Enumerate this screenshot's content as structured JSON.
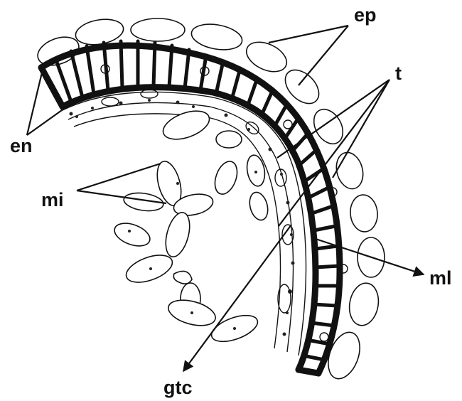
{
  "labels": {
    "ep": "ep",
    "t": "t",
    "en": "en",
    "mi": "mi",
    "ml": "ml",
    "gtc": "gtc"
  },
  "colors": {
    "ink": "#111111",
    "background": "#ffffff"
  }
}
